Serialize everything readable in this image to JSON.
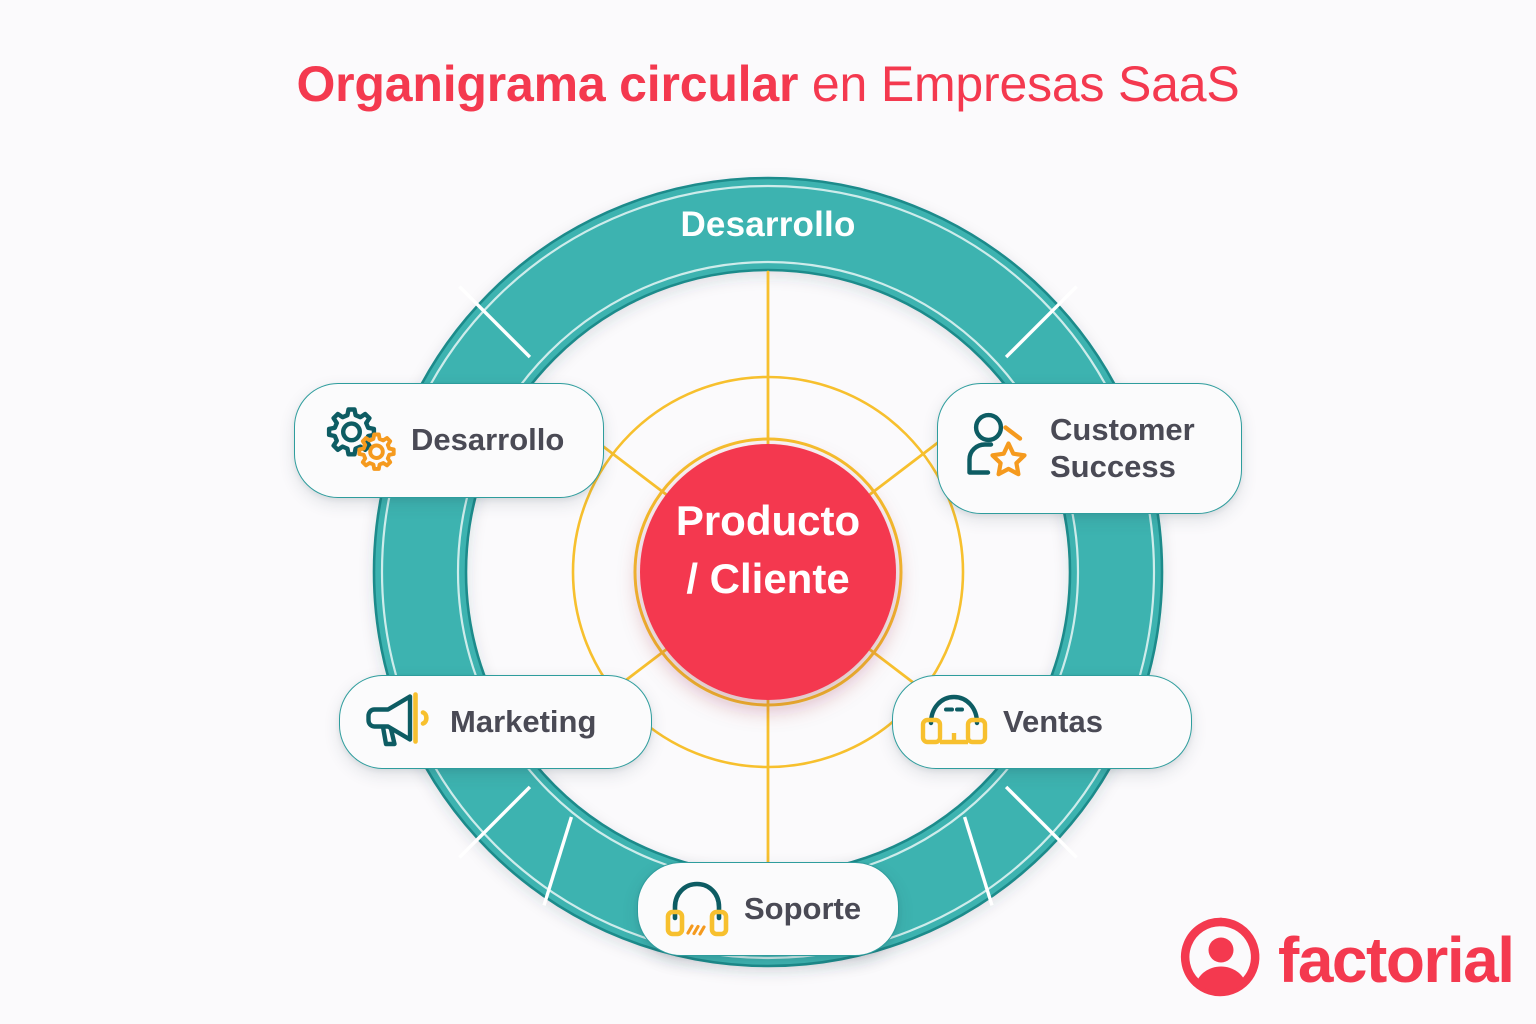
{
  "title": {
    "strong": "Organigrama circular",
    "light": " en Empresas SaaS",
    "color": "#f4394f"
  },
  "diagram": {
    "type": "circular-org-chart",
    "center": {
      "label": "Producto\n/ Cliente",
      "fill": "#f4394f",
      "text_color": "#ffffff",
      "ring_color": "#f7c02e"
    },
    "outer_ring": {
      "color": "#3cb3b0",
      "stroke": "#1f8b8b",
      "label": "Desarrollo",
      "label_color": "#ffffff",
      "segments": 6
    },
    "spoke_color": "#f7c02e",
    "nodes": [
      {
        "id": "desarrollo",
        "label": "Desarrollo",
        "icon": "gears-icon",
        "position": "left-upper",
        "icon_colors": [
          "#0d5c63",
          "#f59a1e"
        ]
      },
      {
        "id": "customer-success",
        "label": "Customer\nSuccess",
        "icon": "person-star-icon",
        "position": "right-upper",
        "icon_colors": [
          "#0d5c63",
          "#f59a1e"
        ]
      },
      {
        "id": "marketing",
        "label": "Marketing",
        "icon": "megaphone-icon",
        "position": "left-lower",
        "icon_colors": [
          "#0d5c63",
          "#f7c02e"
        ]
      },
      {
        "id": "ventas",
        "label": "Ventas",
        "icon": "headset-icon",
        "position": "right-lower",
        "icon_colors": [
          "#0d5c63",
          "#f7c02e"
        ]
      },
      {
        "id": "soporte",
        "label": "Soporte",
        "icon": "headphones-icon",
        "position": "bottom",
        "icon_colors": [
          "#0d5c63",
          "#f7c02e"
        ]
      }
    ]
  },
  "logo": {
    "wordmark": "factorial",
    "icon": "factorial-person-icon",
    "color": "#f4394f"
  },
  "palette": {
    "background": "#fbfafc",
    "teal": "#3cb3b0",
    "teal_dark": "#0d5c63",
    "red": "#f4394f",
    "yellow": "#f7c02e",
    "orange": "#f59a1e",
    "text_dark": "#4a4a55"
  }
}
